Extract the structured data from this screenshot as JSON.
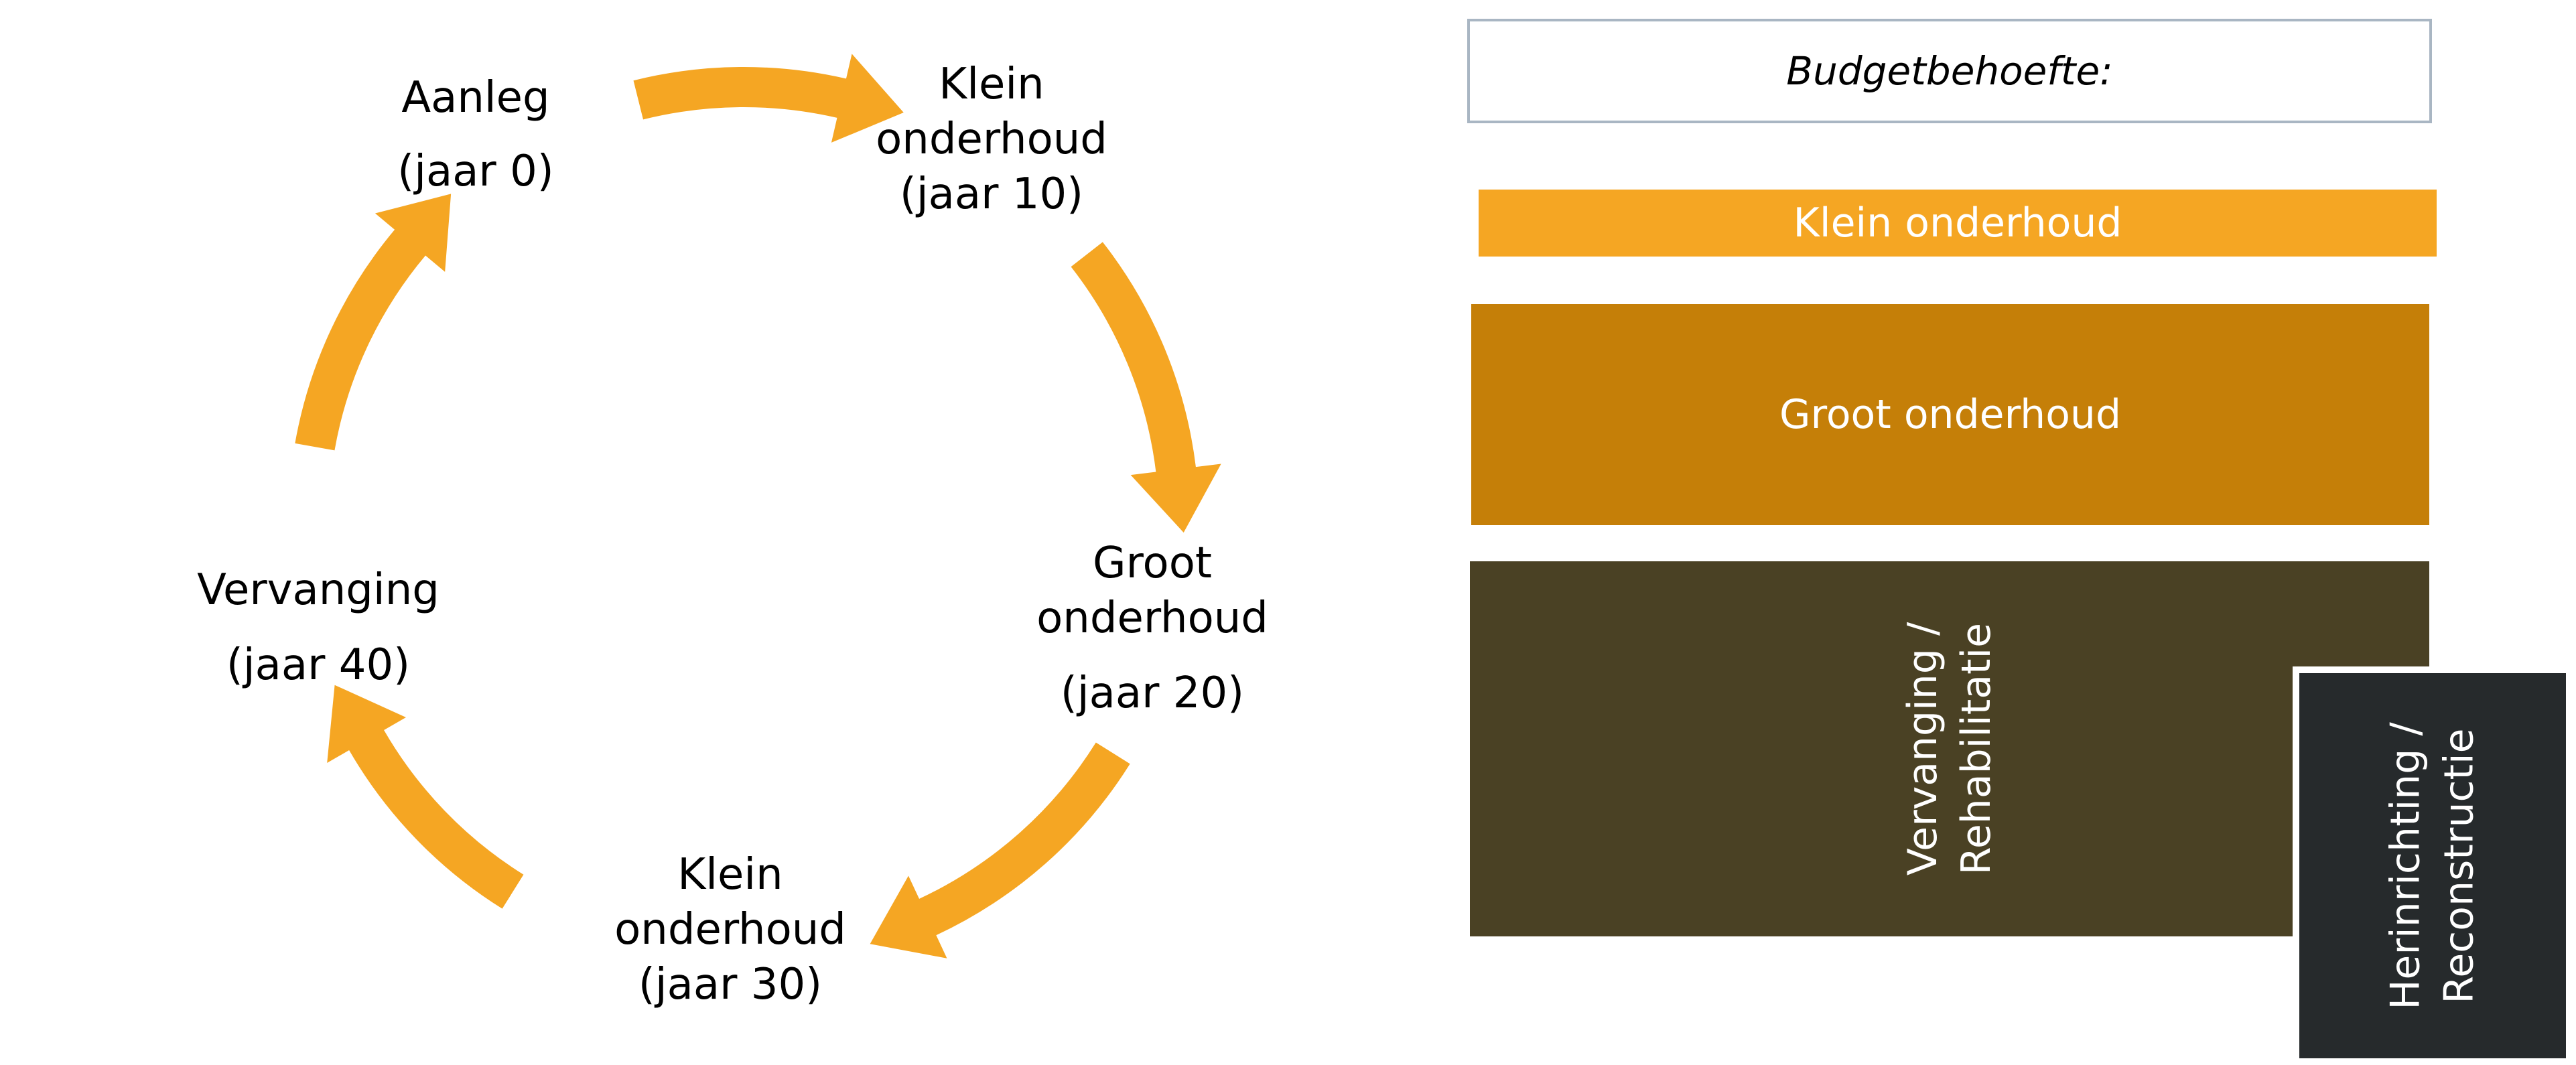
{
  "cycle": {
    "arrow_color": "#f5a623",
    "nodes": {
      "aanleg": {
        "title": "Aanleg",
        "year": "(jaar 0)"
      },
      "klein_onderhoud_1": {
        "title1": "Klein",
        "title2": "onderhoud",
        "year": "(jaar 10)"
      },
      "groot_onderhoud": {
        "title1": "Groot",
        "title2": "onderhoud",
        "year": "(jaar 20)"
      },
      "klein_onderhoud_2": {
        "title1": "Klein",
        "title2": "onderhoud",
        "year": "(jaar 30)"
      },
      "vervanging": {
        "title": "Vervanging",
        "year": "(jaar 40)"
      }
    }
  },
  "budget": {
    "header": "Budgetbehoefte:",
    "bars": [
      {
        "label": "Klein onderhoud",
        "color": "#f5a623"
      },
      {
        "label": "Groot onderhoud",
        "color": "#c57f08"
      },
      {
        "label1": "Vervanging /",
        "label2": "Rehabilitatie",
        "color": "#4a4124"
      },
      {
        "label1": "Herinrichting /",
        "label2": "Reconstructie",
        "color": "#262a2c"
      }
    ]
  }
}
